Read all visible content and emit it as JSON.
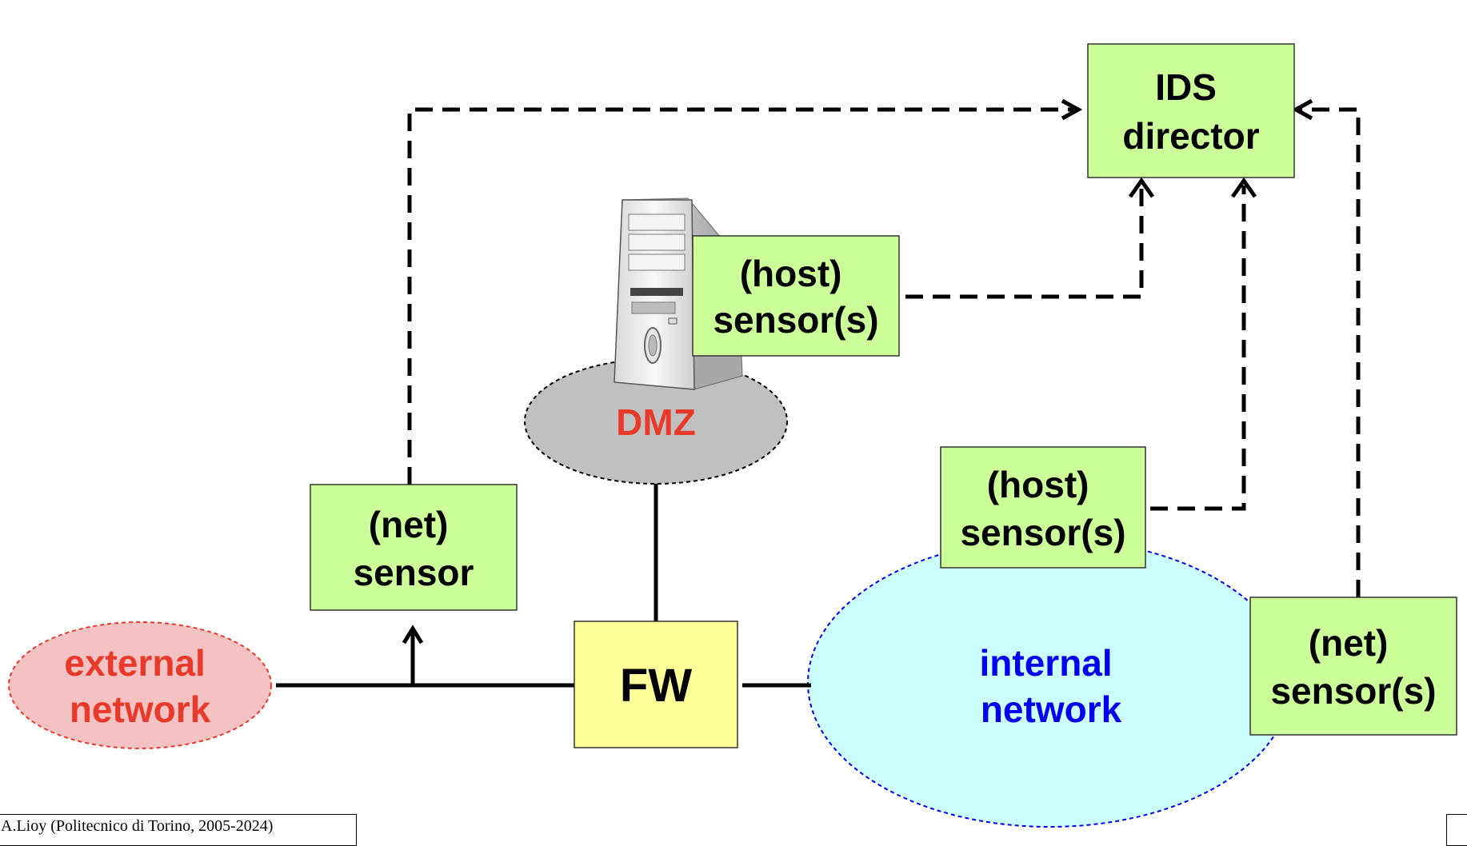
{
  "nodes": {
    "ids_director": [
      "IDS",
      "director"
    ],
    "dmz_host_sensor": [
      "(host)",
      "sensor(s)"
    ],
    "dmz": "DMZ",
    "net_sensor_external": [
      "(net)",
      "sensor"
    ],
    "external_network": [
      "external",
      "network"
    ],
    "firewall": "FW",
    "internal_host_sensor": [
      "(host)",
      "sensor(s)"
    ],
    "internal_network": [
      "internal",
      "network"
    ],
    "internal_net_sensor": [
      "(net)",
      "sensor(s)"
    ]
  },
  "footer": {
    "copyright": "A.Lioy (Politecnico di Torino, 2005-2024)"
  },
  "colors": {
    "sensor_box": "#ccff99",
    "firewall_box": "#ffff99",
    "external_fill": "#f4c2c2",
    "external_text": "#e8392b",
    "dmz_fill": "#c0c0c0",
    "dmz_text": "#e8392b",
    "internal_fill": "#ccffff",
    "internal_text": "#0000ee"
  },
  "icons": {
    "server": "server-tower-icon"
  }
}
